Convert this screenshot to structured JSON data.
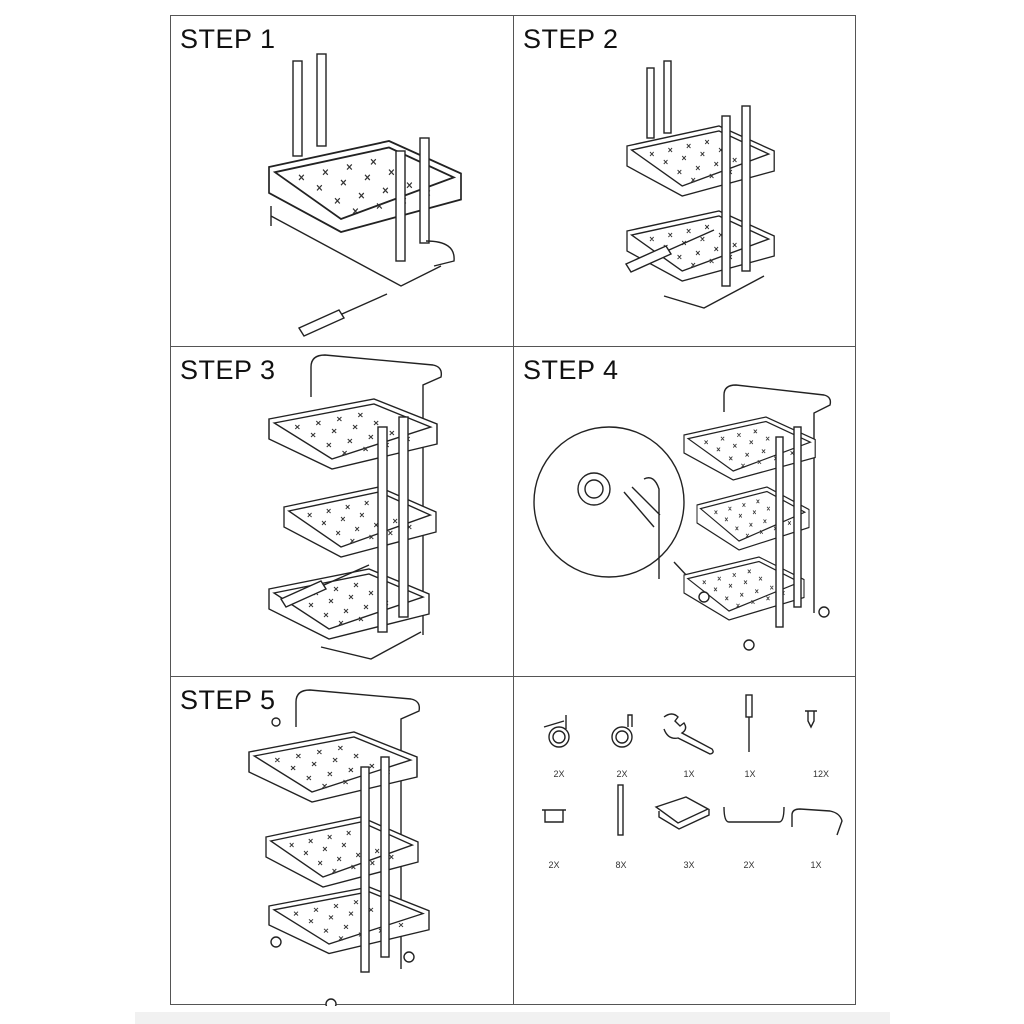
{
  "steps": [
    {
      "title": "STEP 1"
    },
    {
      "title": "STEP 2"
    },
    {
      "title": "STEP 3"
    },
    {
      "title": "STEP 4"
    },
    {
      "title": "STEP 5"
    }
  ],
  "parts": [
    {
      "icon": "wheel-with-brake-icon",
      "qty": "2X"
    },
    {
      "icon": "wheel-icon",
      "qty": "2X"
    },
    {
      "icon": "wrench-icon",
      "qty": "1X"
    },
    {
      "icon": "screwdriver-icon",
      "qty": "1X"
    },
    {
      "icon": "screw-icon",
      "qty": "12X"
    },
    {
      "icon": "cap-icon",
      "qty": "2X"
    },
    {
      "icon": "pole-icon",
      "qty": "8X"
    },
    {
      "icon": "basket-icon",
      "qty": "3X"
    },
    {
      "icon": "side-rail-icon",
      "qty": "2X"
    },
    {
      "icon": "handle-icon",
      "qty": "1X"
    }
  ]
}
